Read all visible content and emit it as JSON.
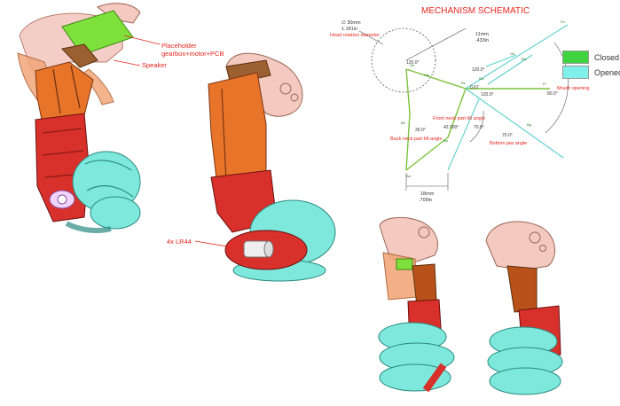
{
  "schematic": {
    "title": "MECHANISM SCHEMATIC",
    "head_dim_value": "∅ 30mm",
    "head_dim_value2": "1.181in",
    "head_dim_label": "Head rotation diameter",
    "dim_11mm": "11mm",
    "dim_11mm_in": ".433in",
    "angle_120_a": "120.0°",
    "angle_120_b": "120.0°",
    "angle_120_c": "120.0°",
    "angle_067": "0.67",
    "angle_80": "80.0°",
    "mouth_label": "Mouth opening",
    "front_neck_label": "Front neck part tilt angle",
    "angle_42": "42.000°",
    "angle_70_a": "70.0°",
    "angle_70_b": "70.0°",
    "angle_30": "30.0°",
    "back_neck_label": "Back neck part tilt angle",
    "bottom_jaw_label": "Bottom jaw angle",
    "dim_18mm": "18mm",
    "dim_18mm_in": ".709in"
  },
  "legend": {
    "closed_label": "Closed",
    "opened_label": "Opened",
    "closed_color": "#3fd43f",
    "opened_color": "#7ff0ea"
  },
  "callouts": {
    "placeholder_line1": "Placeholder",
    "placeholder_line2": "gearbox+motor+PCB",
    "speaker": "Speaker",
    "battery": "4x LR44"
  },
  "colors": {
    "orange": "#e8742a",
    "dark_orange": "#b8521a",
    "red": "#d8302a",
    "dark_red": "#9c1d18",
    "cyan": "#7fe8dc",
    "pink": "#f3c9c0",
    "peach": "#f2a77a",
    "green": "#7ee03a",
    "annot_red": "#e8261e",
    "schematic_green": "#7cc23a",
    "schematic_cyan": "#5ad0cc"
  }
}
